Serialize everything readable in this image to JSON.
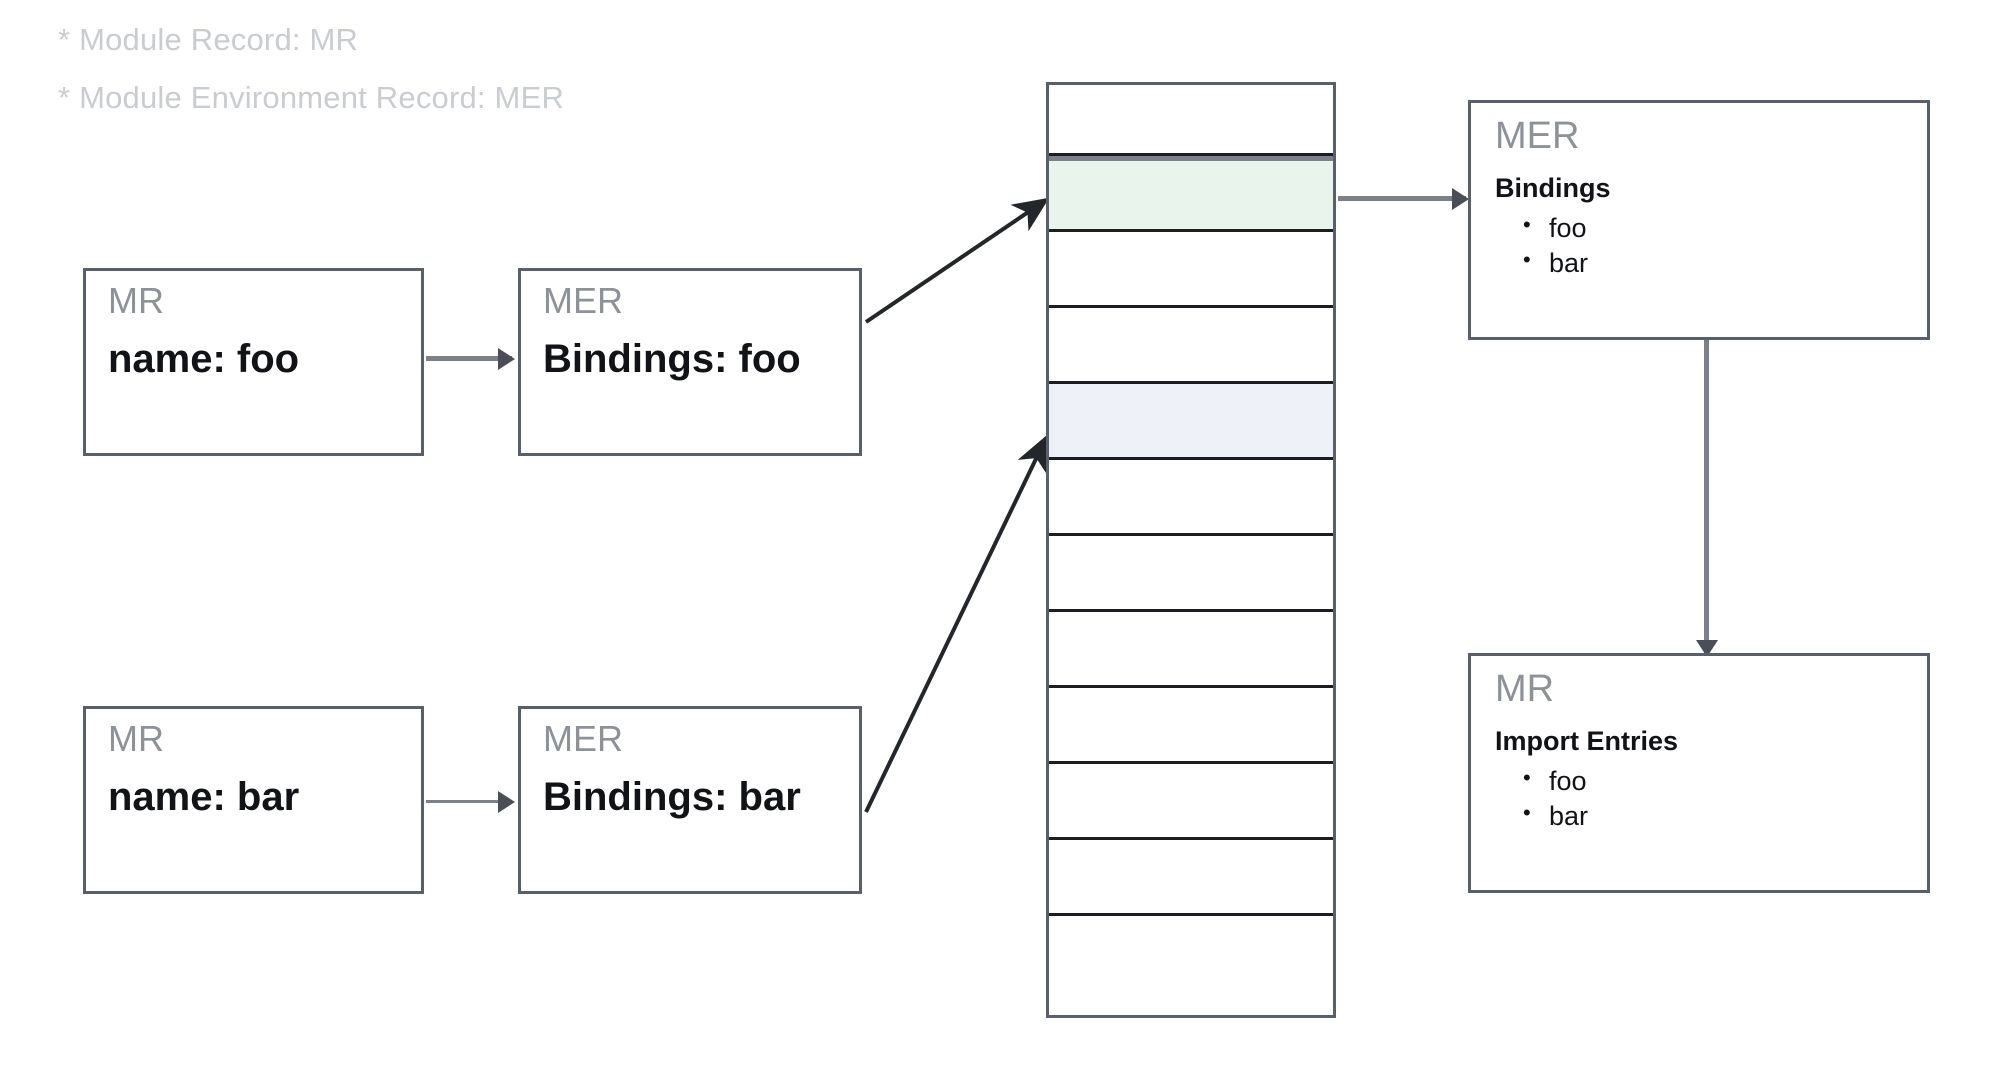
{
  "legend": {
    "lines": [
      "* Module Record: MR",
      "* Module Environment Record: MER"
    ]
  },
  "colors": {
    "box_border": "#59606b",
    "cell_border": "#1b1d21",
    "arrow": "#7c8189",
    "arrow_head": "#4a4f57",
    "legend_text": "#c9ccd1",
    "title_text": "#8d9299",
    "value_text": "#111317",
    "cell_highlight_green": "#e9f5ec",
    "cell_highlight_blue": "#eef2f8",
    "cell_default": "#ffffff"
  },
  "left_column": {
    "rows": [
      {
        "module_record": {
          "title": "MR",
          "value": "name: foo"
        },
        "module_env_record": {
          "title": "MER",
          "value": "Bindings: foo"
        }
      },
      {
        "module_record": {
          "title": "MR",
          "value": "name: bar"
        },
        "module_env_record": {
          "title": "MER",
          "value": "Bindings: bar"
        }
      }
    ]
  },
  "memory_stack": {
    "name": "memory-stack",
    "cell_count": 12,
    "cells": [
      {
        "index": 0,
        "fill": "#ffffff",
        "label": "",
        "highlighted": false
      },
      {
        "index": 1,
        "fill": "#e9f5ec",
        "label": "",
        "highlighted": true
      },
      {
        "index": 2,
        "fill": "#ffffff",
        "label": "",
        "highlighted": false
      },
      {
        "index": 3,
        "fill": "#ffffff",
        "label": "",
        "highlighted": false
      },
      {
        "index": 4,
        "fill": "#eef2f8",
        "label": "",
        "highlighted": true
      },
      {
        "index": 5,
        "fill": "#ffffff",
        "label": "",
        "highlighted": false
      },
      {
        "index": 6,
        "fill": "#ffffff",
        "label": "",
        "highlighted": false
      },
      {
        "index": 7,
        "fill": "#ffffff",
        "label": "",
        "highlighted": false
      },
      {
        "index": 8,
        "fill": "#ffffff",
        "label": "",
        "highlighted": false
      },
      {
        "index": 9,
        "fill": "#ffffff",
        "label": "",
        "highlighted": false
      },
      {
        "index": 10,
        "fill": "#ffffff",
        "label": "",
        "highlighted": false
      },
      {
        "index": 11,
        "fill": "#ffffff",
        "label": "",
        "highlighted": false
      }
    ]
  },
  "right_column": {
    "mer_detail": {
      "title": "MER",
      "subtitle": "Bindings",
      "items": [
        "foo",
        "bar"
      ]
    },
    "mr_detail": {
      "title": "MR",
      "subtitle": "Import Entries",
      "items": [
        "foo",
        "bar"
      ]
    }
  }
}
